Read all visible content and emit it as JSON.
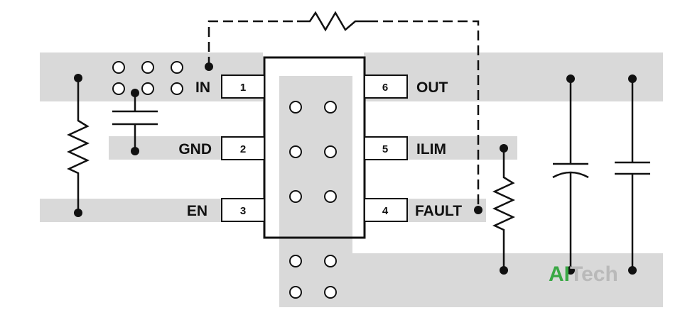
{
  "colors": {
    "copper": "#d9d9d9",
    "line": "#111111",
    "logo_green": "#3aa845",
    "logo_gray": "#b9b9b9"
  },
  "pins": {
    "p1": {
      "num": "1",
      "label": "IN"
    },
    "p2": {
      "num": "2",
      "label": "GND"
    },
    "p3": {
      "num": "3",
      "label": "EN"
    },
    "p4": {
      "num": "4",
      "label": "FAULT"
    },
    "p5": {
      "num": "5",
      "label": "ILIM"
    },
    "p6": {
      "num": "6",
      "label": "OUT"
    }
  },
  "logo": {
    "part1": "AI",
    "part2": "Tech"
  }
}
